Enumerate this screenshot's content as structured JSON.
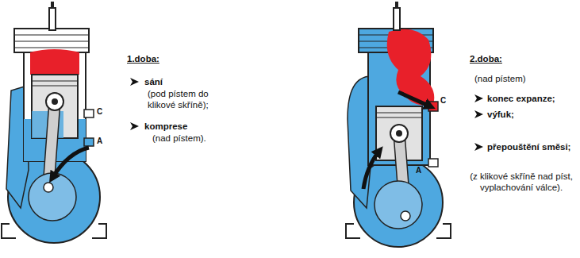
{
  "diagram": {
    "labels": [
      "C",
      "A",
      "1.doba:",
      "sání",
      "(pod pístem do klikové skříně);",
      "komprese",
      "(nad pístem).",
      "C",
      "A",
      "2.doba:",
      "(nad pístem)",
      "konec expanze;",
      "výfuk;",
      "přepouštění směsi;",
      "(z klikové skříně nad píst, vyplachování válce)."
    ]
  }
}
